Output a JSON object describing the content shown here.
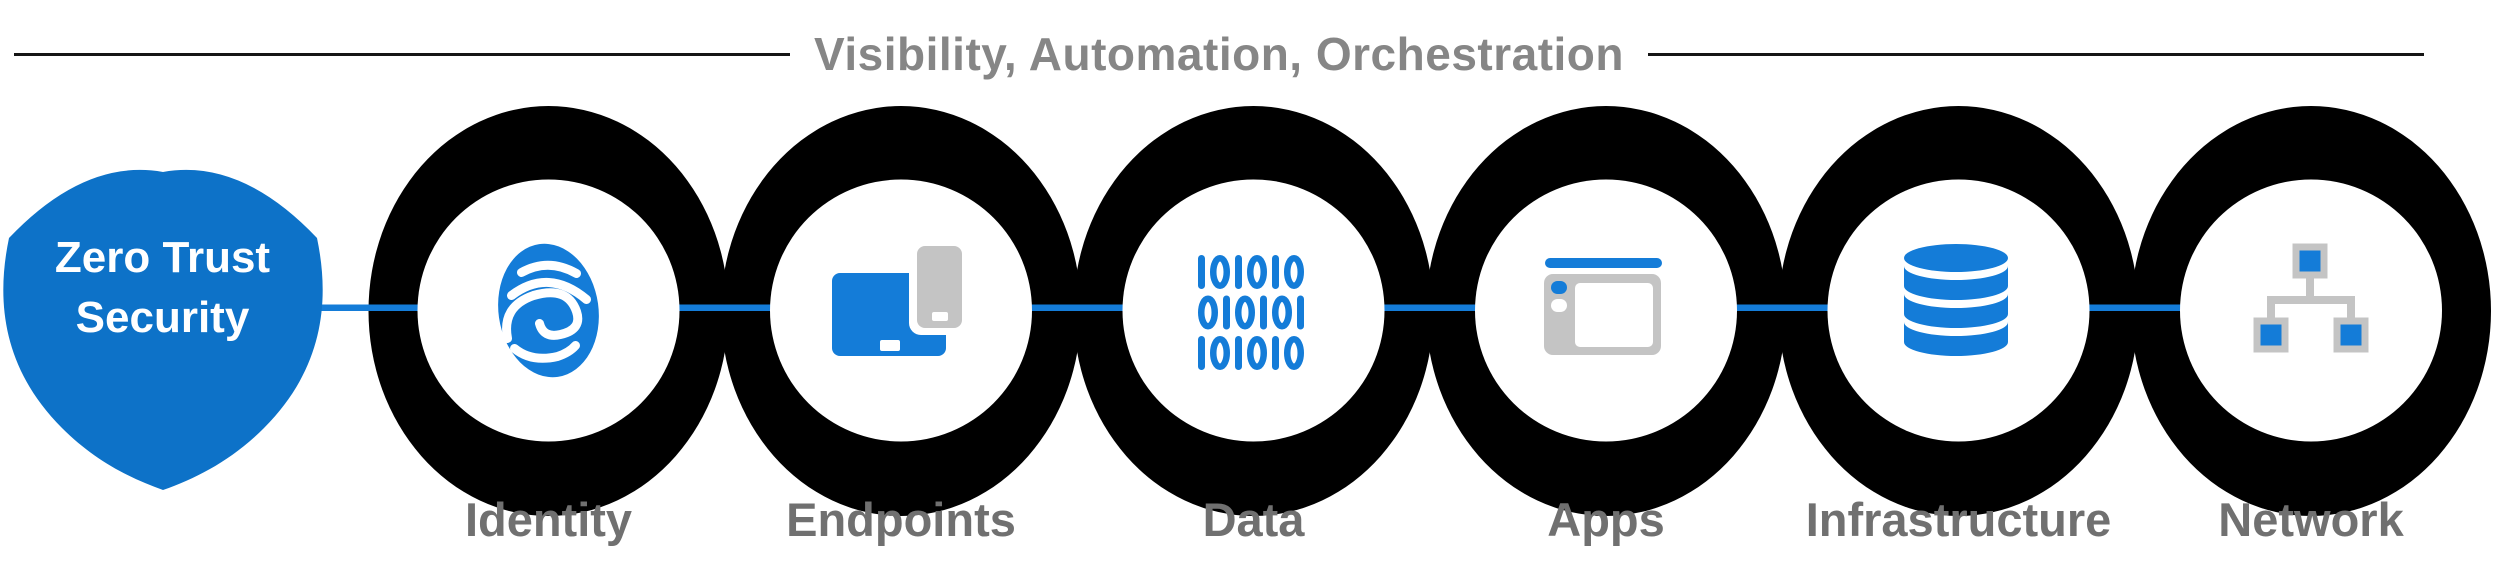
{
  "header": {
    "title": "Visibility, Automation, Orchestration"
  },
  "shield": {
    "line1": "Zero Trust",
    "line2": "Security"
  },
  "nodes": [
    {
      "label": "Identity",
      "icon": "fingerprint-icon"
    },
    {
      "label": "Endpoints",
      "icon": "laptop-phone-icon"
    },
    {
      "label": "Data",
      "icon": "binary-data-icon",
      "binary_rows": [
        "101010",
        "010101",
        "101010"
      ]
    },
    {
      "label": "Apps",
      "icon": "app-window-icon"
    },
    {
      "label": "Infrastructure",
      "icon": "database-icon"
    },
    {
      "label": "Network",
      "icon": "network-nodes-icon"
    }
  ],
  "colors": {
    "shield_blue": "#0d72c8",
    "accent_blue": "#147cd8",
    "ring_black": "#000000",
    "title_gray": "#868686",
    "label_gray": "#707070",
    "device_gray": "#c4c4c4"
  }
}
